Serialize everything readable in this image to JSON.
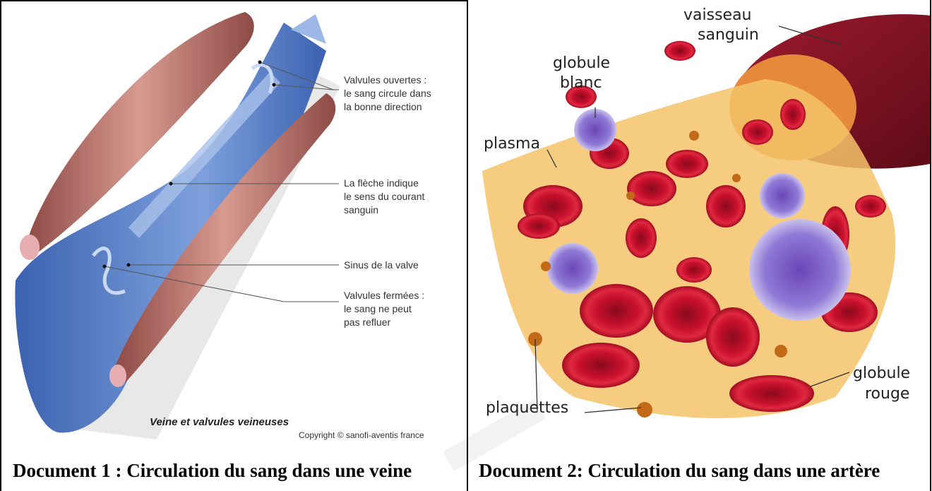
{
  "doc1": {
    "callouts": {
      "open_1": "Valvules ouvertes :",
      "open_2": "le sang circule dans",
      "open_3": "la bonne direction",
      "arrow_1": "La flèche indique",
      "arrow_2": "le sens du courant",
      "arrow_3": "sanguin",
      "sinus": "Sinus de la valve",
      "closed_1": "Valvules fermées :",
      "closed_2": "le sang ne peut",
      "closed_3": "pas refluer"
    },
    "figure_title": "Veine et valvules veineuses",
    "copyright": "Copyright © sanofi-aventis france",
    "caption": "Document 1 : Circulation du sang dans une veine"
  },
  "doc2": {
    "labels": {
      "vessel_1": "vaisseau",
      "vessel_2": "sanguin",
      "wbc_1": "globule",
      "wbc_2": "blanc",
      "plasma": "plasma",
      "rbc_1": "globule",
      "rbc_2": "rouge",
      "platelets": "plaquettes"
    },
    "caption": "Document 2: Circulation du sang dans une artère"
  },
  "colors": {
    "vein_blue": "#4f79c4",
    "vein_light": "#9db8e6",
    "muscle": "#b86e68",
    "blood_red": "#c8102e",
    "plasma": "#f2b441",
    "wbc": "#7d5bc4"
  }
}
